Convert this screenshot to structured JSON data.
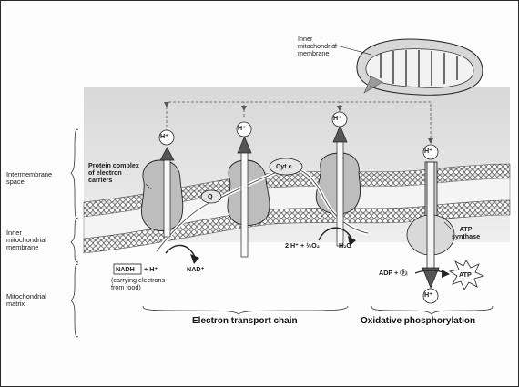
{
  "regions": {
    "intermembrane": "Intermembrane\nspace",
    "inner_membrane": "Inner\nmitochondrial\nmembrane",
    "matrix": "Mitochondrial\nmatrix"
  },
  "callouts": {
    "inner_membrane_top": "Inner\nmitochondrial\nmembrane",
    "protein_complex": "Protein complex\nof electron\ncarriers",
    "atp_synthase": "ATP\nsynthase"
  },
  "molecules": {
    "h_plus": "H⁺",
    "q": "Q",
    "cyt_c": "Cyt c",
    "nadh": "NADH",
    "plus_h": "+ H⁺",
    "nad": "NAD⁺",
    "carrying": "(carrying electrons\nfrom food)",
    "water_reaction": "2 H⁺ + ½O₂",
    "water": "H₂O",
    "adp": "ADP + ⓟᵢ",
    "atp": "ATP"
  },
  "sections": {
    "etc": "Electron transport chain",
    "oxphos": "Oxidative phosphorylation"
  }
}
